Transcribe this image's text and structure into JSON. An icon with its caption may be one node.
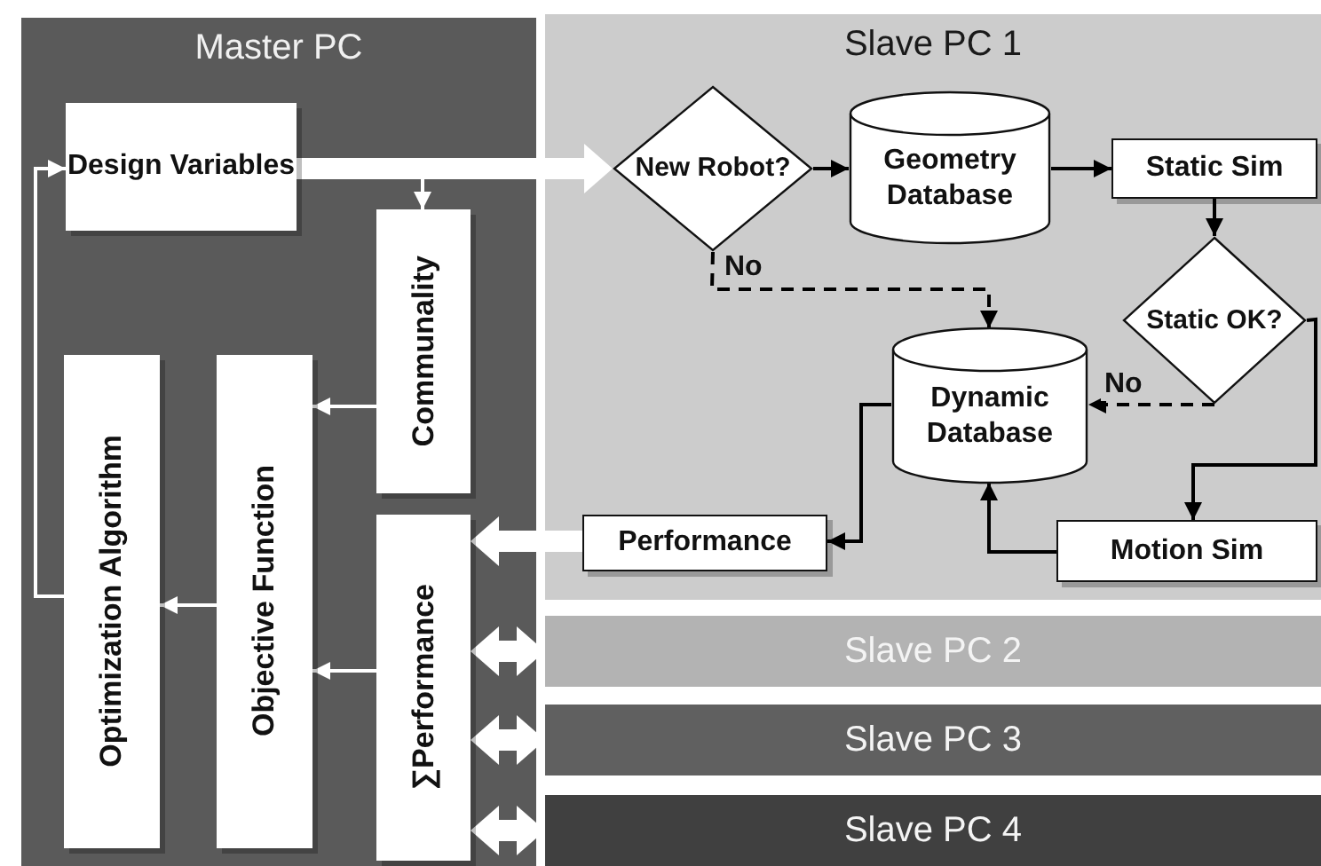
{
  "diagram": {
    "nodes": [
      {
        "text": [
          "Master PC"
        ]
      },
      {
        "text": [
          "Slave PC 1"
        ]
      },
      {
        "text": [
          "Design Variables"
        ],
        "in": 0
      },
      {
        "text": [
          "Communality"
        ],
        "in": 0
      },
      {
        "text": [
          "Optimization Algorithm"
        ],
        "in": 0
      },
      {
        "text": [
          "Objective Function"
        ],
        "in": 0
      },
      {
        "text": [
          "∑Performance"
        ],
        "in": 0
      },
      {
        "text": [
          "New Robot?"
        ],
        "in": 1
      },
      {
        "text": [
          "Geometry Database"
        ],
        "in": 1
      },
      {
        "text": [
          "Static Sim"
        ],
        "in": 1
      },
      {
        "text": [
          "Static OK?"
        ],
        "in": 1
      },
      {
        "text": [
          "Dynamic Database"
        ],
        "in": 1
      },
      {
        "text": [
          "Performance"
        ],
        "in": 1
      },
      {
        "text": [
          "Motion Sim"
        ],
        "in": 1
      },
      {
        "text": [
          "Slave PC 2"
        ]
      },
      {
        "text": [
          "Slave PC 3"
        ]
      },
      {
        "text": [
          "Slave PC 4"
        ]
      }
    ],
    "edges": [
      {
        "from": 2,
        "to": 3,
        "arrow": "to"
      },
      {
        "from": 2,
        "to": 7,
        "arrow": "to",
        "style": "thick"
      },
      {
        "from": 3,
        "to": 5,
        "arrow": "to"
      },
      {
        "from": 6,
        "to": 5,
        "arrow": "to"
      },
      {
        "from": 5,
        "to": 4,
        "arrow": "to"
      },
      {
        "from": 4,
        "to": 2,
        "arrow": "to"
      },
      {
        "from": 7,
        "to": 8,
        "arrow": "to",
        "color": "#000000"
      },
      {
        "from": 8,
        "to": 9,
        "arrow": "to",
        "color": "#000000"
      },
      {
        "from": 9,
        "to": 10,
        "arrow": "to",
        "color": "#000000"
      },
      {
        "from": 7,
        "to": 11,
        "arrow": "to",
        "style": "dashed",
        "label": "No",
        "color": "#000000"
      },
      {
        "from": 10,
        "to": 11,
        "arrow": "to",
        "style": "dashed",
        "label": "No",
        "color": "#000000"
      },
      {
        "from": 10,
        "to": 13,
        "arrow": "to",
        "color": "#000000"
      },
      {
        "from": 13,
        "to": 11,
        "arrow": "to",
        "color": "#000000"
      },
      {
        "from": 11,
        "to": 12,
        "arrow": "to",
        "color": "#000000"
      },
      {
        "from": 12,
        "to": 6,
        "arrow": "to",
        "style": "thick"
      },
      {
        "from": 14,
        "to": 6,
        "arrow": "both",
        "style": "thick"
      },
      {
        "from": 15,
        "to": 6,
        "arrow": "both",
        "style": "thick"
      },
      {
        "from": 16,
        "to": 6,
        "arrow": "both",
        "style": "thick"
      }
    ]
  }
}
